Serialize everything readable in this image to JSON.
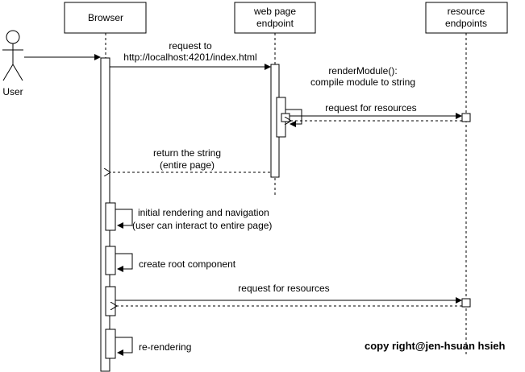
{
  "actor": {
    "name": "User"
  },
  "participants": {
    "browser": {
      "lines": [
        "Browser"
      ]
    },
    "webpage": {
      "lines": [
        "web page",
        "endpoint"
      ]
    },
    "resources": {
      "lines": [
        "resource",
        "endpoints"
      ]
    }
  },
  "messages": {
    "request_index": [
      "request to",
      "http://localhost:4201/index.html"
    ],
    "render_module": [
      "renderModule():",
      "compile module to string"
    ],
    "request_resources_server": [
      "request for resources"
    ],
    "return_string": [
      "return the string",
      "(entire page)"
    ],
    "initial_rendering": [
      "initial rendering and navigation",
      "(user can interact to entire page)"
    ],
    "create_root": [
      "create root component"
    ],
    "request_resources_client": [
      "request for resources"
    ],
    "re_rendering": [
      "re-rendering"
    ]
  },
  "footer": {
    "copyright": "copy right@jen-hsuan hsieh"
  }
}
